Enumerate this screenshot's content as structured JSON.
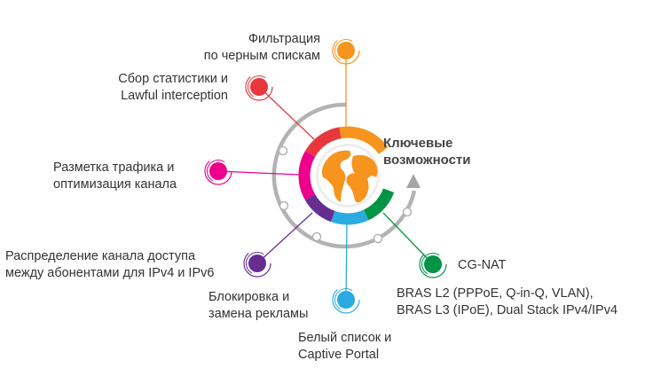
{
  "title": {
    "line1": "Ключевые",
    "line2": "возможности"
  },
  "features": [
    {
      "id": "filtering",
      "line1": "Фильтрация",
      "line2": "по черным спискам",
      "color": "#F7941D"
    },
    {
      "id": "statistics",
      "line1": "Сбор статистики и",
      "line2": "Lawful interception",
      "color": "#E8383D"
    },
    {
      "id": "marking",
      "line1": "Разметка трафика и",
      "line2": "оптимизация канала",
      "color": "#EC008C"
    },
    {
      "id": "distribution",
      "line1": "Распределение канала доступа",
      "line2": "между абонентами для IPv4 и IPv6",
      "color": "#662D91"
    },
    {
      "id": "ads",
      "line1": "Блокировка и",
      "line2": "замена рекламы",
      "color": "#29ABE2"
    },
    {
      "id": "whitelist",
      "line1": "Белый список и",
      "line2": "Captive Portal",
      "color": "#29ABE2"
    },
    {
      "id": "cgnat",
      "line1": "CG-NAT",
      "line2": "BRAS L2 (PPPoE, Q-in-Q, VLAN),",
      "line3": "BRAS L3 (IPoE), Dual Stack IPv4/IPv4",
      "color": "#009444"
    }
  ],
  "colors": {
    "ring": "#B3B3B3",
    "globe": "#F7941D"
  }
}
